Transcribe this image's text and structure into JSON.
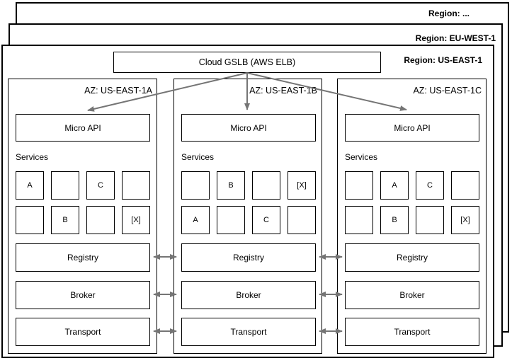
{
  "regions": {
    "back": {
      "label": "Region: ..."
    },
    "middle": {
      "label": "Region: EU-WEST-1"
    },
    "front": {
      "label": "Region: US-EAST-1"
    }
  },
  "gslb": {
    "label": "Cloud GSLB (AWS ELB)"
  },
  "shared": {
    "micro_api": "Micro API",
    "services": "Services"
  },
  "stack": {
    "registry": "Registry",
    "broker": "Broker",
    "transport": "Transport"
  },
  "azs": [
    {
      "label": "AZ: US-EAST-1A",
      "row1": [
        "A",
        "",
        "C",
        ""
      ],
      "row2": [
        "",
        "B",
        "",
        "[X]"
      ]
    },
    {
      "label": "AZ: US-EAST-1B",
      "row1": [
        "",
        "B",
        "",
        "[X]"
      ],
      "row2": [
        "A",
        "",
        "C",
        ""
      ]
    },
    {
      "label": "AZ: US-EAST-1C",
      "row1": [
        "",
        "A",
        "C",
        ""
      ],
      "row2": [
        "",
        "B",
        "",
        "[X]"
      ]
    }
  ],
  "colors": {
    "border": "#000000",
    "arrow": "#757575",
    "background": "#ffffff"
  }
}
